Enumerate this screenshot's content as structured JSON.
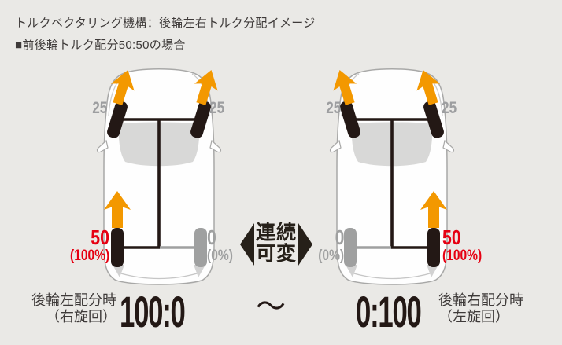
{
  "title": {
    "line1": "トルクベクタリング機構：後輪左右トルク分配イメージ",
    "line2": "■前後輪トルク配分50:50の場合"
  },
  "colors": {
    "background": "#eae9e6",
    "accent_orange": "#f39800",
    "drivetrain_black": "#231815",
    "inactive_gray": "#9fa0a0",
    "highlight_red": "#e60012",
    "text_dark": "#3e3a39"
  },
  "left_car": {
    "front_left_torque": "25",
    "front_right_torque": "25",
    "rear_left_torque": "50",
    "rear_left_percent": "(100%)",
    "rear_right_torque": "0",
    "rear_right_percent": "(0%)",
    "ratio": "100:0",
    "caption_line1": "後輪左配分時",
    "caption_line2": "（右旋回）"
  },
  "right_car": {
    "front_left_torque": "25",
    "front_right_torque": "25",
    "rear_left_torque": "0",
    "rear_left_percent": "(0%)",
    "rear_right_torque": "50",
    "rear_right_percent": "(100%)",
    "ratio": "0:100",
    "caption_line1": "後輪右配分時",
    "caption_line2": "（左旋回）"
  },
  "center": {
    "label_line1": "連続",
    "label_line2": "可変",
    "tilde": "〜"
  }
}
